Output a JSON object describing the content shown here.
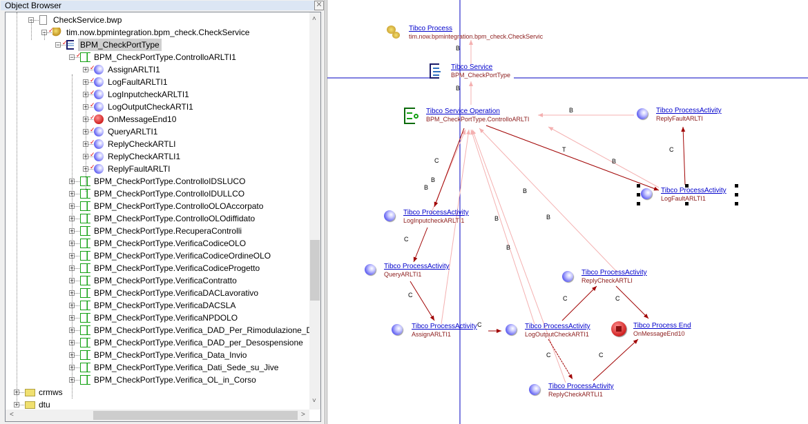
{
  "object_browser": {
    "title": "Object Browser",
    "close_glyph": "✕",
    "tree": [
      {
        "label": "CheckService.bwp",
        "icon": "document-icon",
        "expanded": true,
        "level": 0
      },
      {
        "label": "tim.now.bpmintegration.bpm_check.CheckService",
        "icon": "tibco-process-icon",
        "expanded": true,
        "checked": true,
        "level": 1
      },
      {
        "label": "BPM_CheckPortType",
        "icon": "tibco-service-icon",
        "expanded": true,
        "checked": true,
        "selected": true,
        "level": 2
      },
      {
        "label": "BPM_CheckPortType.ControlloARLTI1",
        "icon": "service-operation-icon",
        "expanded": true,
        "checked": true,
        "level": 3
      },
      {
        "label": "AssignARLTI1",
        "icon": "activity-icon",
        "checked": true,
        "level": 4
      },
      {
        "label": "LogFaultARLTI1",
        "icon": "activity-icon",
        "checked": true,
        "level": 4
      },
      {
        "label": "LogInputcheckARLTI1",
        "icon": "activity-icon",
        "checked": true,
        "level": 4
      },
      {
        "label": "LogOutputCheckARTI1",
        "icon": "activity-icon",
        "checked": true,
        "level": 4
      },
      {
        "label": "OnMessageEnd10",
        "icon": "process-end-icon",
        "checked": true,
        "level": 4
      },
      {
        "label": "QueryARLTI1",
        "icon": "activity-icon",
        "checked": true,
        "level": 4
      },
      {
        "label": "ReplyCheckARTLI",
        "icon": "activity-icon",
        "checked": true,
        "level": 4
      },
      {
        "label": "ReplyCheckARTLI1",
        "icon": "activity-icon",
        "checked": true,
        "level": 4
      },
      {
        "label": "ReplyFaultARLTI",
        "icon": "activity-icon",
        "checked": true,
        "level": 4
      },
      {
        "label": "BPM_CheckPortType.ControlloIDSLUCO",
        "icon": "service-operation-icon",
        "level": 3
      },
      {
        "label": "BPM_CheckPortType.ControlloIDULLCO",
        "icon": "service-operation-icon",
        "level": 3
      },
      {
        "label": "BPM_CheckPortType.ControlloOLOAccorpato",
        "icon": "service-operation-icon",
        "level": 3
      },
      {
        "label": "BPM_CheckPortType.ControlloOLOdiffidato",
        "icon": "service-operation-icon",
        "level": 3
      },
      {
        "label": "BPM_CheckPortType.RecuperaControlli",
        "icon": "service-operation-icon",
        "level": 3
      },
      {
        "label": "BPM_CheckPortType.VerificaCodiceOLO",
        "icon": "service-operation-icon",
        "level": 3
      },
      {
        "label": "BPM_CheckPortType.VerificaCodiceOrdineOLO",
        "icon": "service-operation-icon",
        "level": 3
      },
      {
        "label": "BPM_CheckPortType.VerificaCodiceProgetto",
        "icon": "service-operation-icon",
        "level": 3
      },
      {
        "label": "BPM_CheckPortType.VerificaContratto",
        "icon": "service-operation-icon",
        "level": 3
      },
      {
        "label": "BPM_CheckPortType.VerificaDACLavorativo",
        "icon": "service-operation-icon",
        "level": 3
      },
      {
        "label": "BPM_CheckPortType.VerificaDACSLA",
        "icon": "service-operation-icon",
        "level": 3
      },
      {
        "label": "BPM_CheckPortType.VerificaNPDOLO",
        "icon": "service-operation-icon",
        "level": 3
      },
      {
        "label": "BPM_CheckPortType.Verifica_DAD_Per_Rimodulazione_DA",
        "icon": "service-operation-icon",
        "level": 3
      },
      {
        "label": "BPM_CheckPortType.Verifica_DAD_per_Desospensione",
        "icon": "service-operation-icon",
        "level": 3
      },
      {
        "label": "BPM_CheckPortType.Verifica_Data_Invio",
        "icon": "service-operation-icon",
        "level": 3
      },
      {
        "label": "BPM_CheckPortType.Verifica_Dati_Sede_su_Jive",
        "icon": "service-operation-icon",
        "level": 3
      },
      {
        "label": "BPM_CheckPortType.Verifica_OL_in_Corso",
        "icon": "service-operation-icon",
        "level": 3
      },
      {
        "label": "crmws",
        "icon": "folder-icon",
        "level": -1
      },
      {
        "label": "dtu",
        "icon": "folder-icon",
        "level": -1
      }
    ],
    "scroll_up": "˄",
    "scroll_down": "˅",
    "scroll_left": "<",
    "scroll_right": ">"
  },
  "diagram": {
    "nodes": {
      "process": {
        "title": "Tibco Process",
        "sub": "tim.now.bpmintegration.bpm_check.CheckServic"
      },
      "service": {
        "title": "Tibco Service",
        "sub": "BPM_CheckPortType"
      },
      "operation": {
        "title": "Tibco Service Operation",
        "sub": "BPM_CheckPortType.ControlloARLTI"
      },
      "reply_fault": {
        "title": "Tibco ProcessActivity",
        "sub": "ReplyFaultARLTI"
      },
      "log_fault": {
        "title": "Tibco ProcessActivity",
        "sub": "LogFaultARLTI1"
      },
      "log_input": {
        "title": "Tibco ProcessActivity",
        "sub": "LogInputcheckARLTI1"
      },
      "query": {
        "title": "Tibco ProcessActivity",
        "sub": "QueryARLTI1"
      },
      "assign": {
        "title": "Tibco ProcessActivity",
        "sub": "AssignARLTI1"
      },
      "log_output": {
        "title": "Tibco ProcessActivity",
        "sub": "LogOutputCheckARTI1"
      },
      "reply_check": {
        "title": "Tibco ProcessActivity",
        "sub": "ReplyCheckARTLI"
      },
      "process_end": {
        "title": "Tibco Process End",
        "sub": "OnMessageEnd10"
      },
      "reply_check1": {
        "title": "Tibco ProcessActivity",
        "sub": "ReplyCheckARTLI1"
      }
    },
    "edge_labels": {
      "b": "B",
      "c": "C",
      "t": "T"
    }
  }
}
